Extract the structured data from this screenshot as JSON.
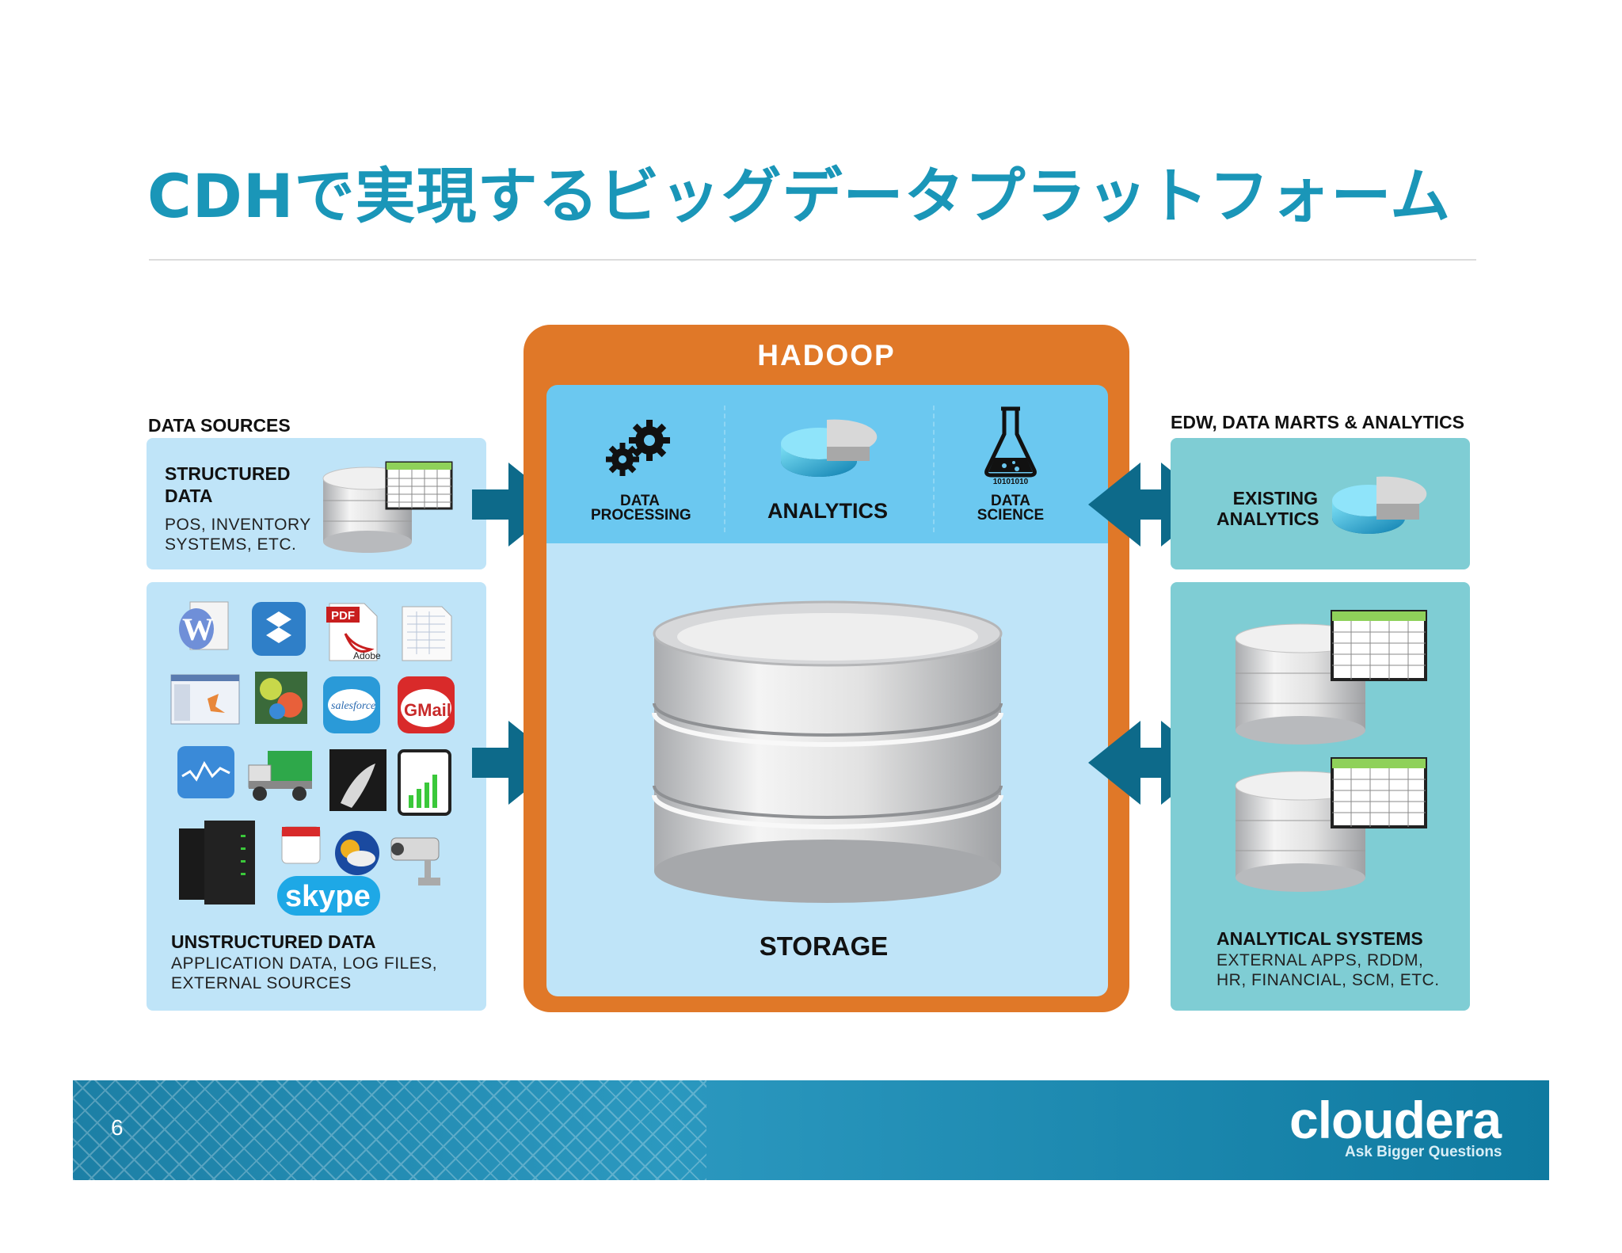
{
  "title": "CDHで実現するビッグデータプラットフォーム",
  "left": {
    "header": "DATA SOURCES",
    "structured": {
      "title_line1": "STRUCTURED",
      "title_line2": "DATA",
      "desc_line1": "POS, INVENTORY",
      "desc_line2": "SYSTEMS, ETC."
    },
    "unstructured": {
      "title": "UNSTRUCTURED DATA",
      "desc_line1": "APPLICATION DATA, LOG FILES,",
      "desc_line2": "EXTERNAL SOURCES"
    },
    "icons": {
      "pdf_label": "PDF",
      "adobe_label": "Adobe",
      "salesforce_label": "salesforce",
      "gmail_label": "GMail",
      "skype_label": "skype"
    }
  },
  "hadoop": {
    "title": "HADOOP",
    "processing_line1": "DATA",
    "processing_line2": "PROCESSING",
    "analytics": "ANALYTICS",
    "science_line1": "DATA",
    "science_line2": "SCIENCE",
    "binary": "10101010",
    "storage": "STORAGE"
  },
  "right": {
    "header": "EDW, DATA MARTS & ANALYTICS",
    "existing_line1": "EXISTING",
    "existing_line2": "ANALYTICS",
    "systems_title": "ANALYTICAL SYSTEMS",
    "systems_line1": "EXTERNAL APPS, RDDM,",
    "systems_line2": "HR, FINANCIAL, SCM, ETC."
  },
  "footer": {
    "page_number": "6",
    "logo": "cloudera",
    "tagline": "Ask Bigger Questions"
  },
  "colors": {
    "title": "#1a96b8",
    "hadoop": "#e07828",
    "arrow": "#0d6a8a",
    "teal_panel": "#7fcdd4",
    "light_panel": "#bfe4f8"
  }
}
